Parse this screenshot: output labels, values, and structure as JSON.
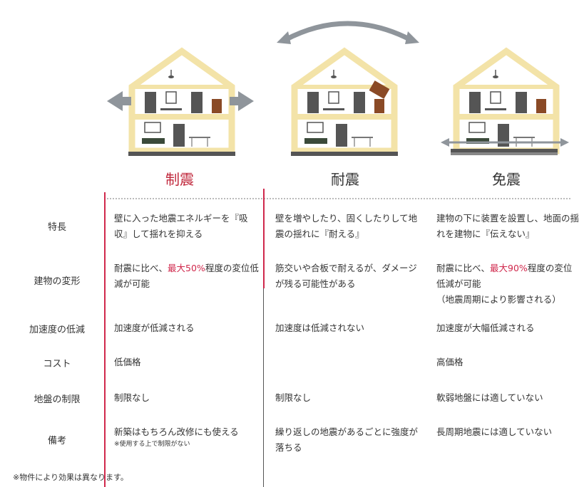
{
  "columns": [
    {
      "title": "制震",
      "color": "#c0283c"
    },
    {
      "title": "耐震",
      "color": "#333333"
    },
    {
      "title": "免震",
      "color": "#333333"
    }
  ],
  "rows": [
    {
      "label": "特長",
      "cells": [
        "壁に入った地震エネルギーを『吸収』して揺れを抑える",
        "壁を増やしたり、固くしたりして地震の揺れに『耐える』",
        "建物の下に装置を設置し、地面の揺れを建物に『伝えない』"
      ]
    },
    {
      "label": "建物の変形",
      "cells": [
        {
          "pre": "耐震に比べ、",
          "red": "最大50%",
          "post": "程度の変位低減が可能"
        },
        "筋交いや合板で耐えるが、ダメージが残る可能性がある",
        {
          "pre": "耐震に比べ、",
          "red": "最大90%",
          "post": "程度の変位低減が可能",
          "extra": "（地震周期により影響される）"
        }
      ]
    },
    {
      "label": "加速度の低減",
      "cells": [
        "加速度が低減される",
        "加速度は低減されない",
        "加速度が大幅低減される"
      ]
    },
    {
      "label": "コスト",
      "cells": [
        "低価格",
        "",
        "高価格"
      ]
    },
    {
      "label": "地盤の制限",
      "cells": [
        "制限なし",
        "制限なし",
        "軟弱地盤には適していない"
      ]
    },
    {
      "label": "備考",
      "cells": [
        {
          "text": "新築はもちろん改修にも使える",
          "note": "※使用する上で制限がない"
        },
        "繰り返しの地震があるごとに強度が落ちる",
        "長周期地震には適していない"
      ]
    }
  ],
  "footnote": "※物件により効果は異なります。",
  "colors": {
    "accent_red": "#d0284c",
    "house_frame": "#f3e3a8",
    "arrow_gray": "#8f959b"
  }
}
